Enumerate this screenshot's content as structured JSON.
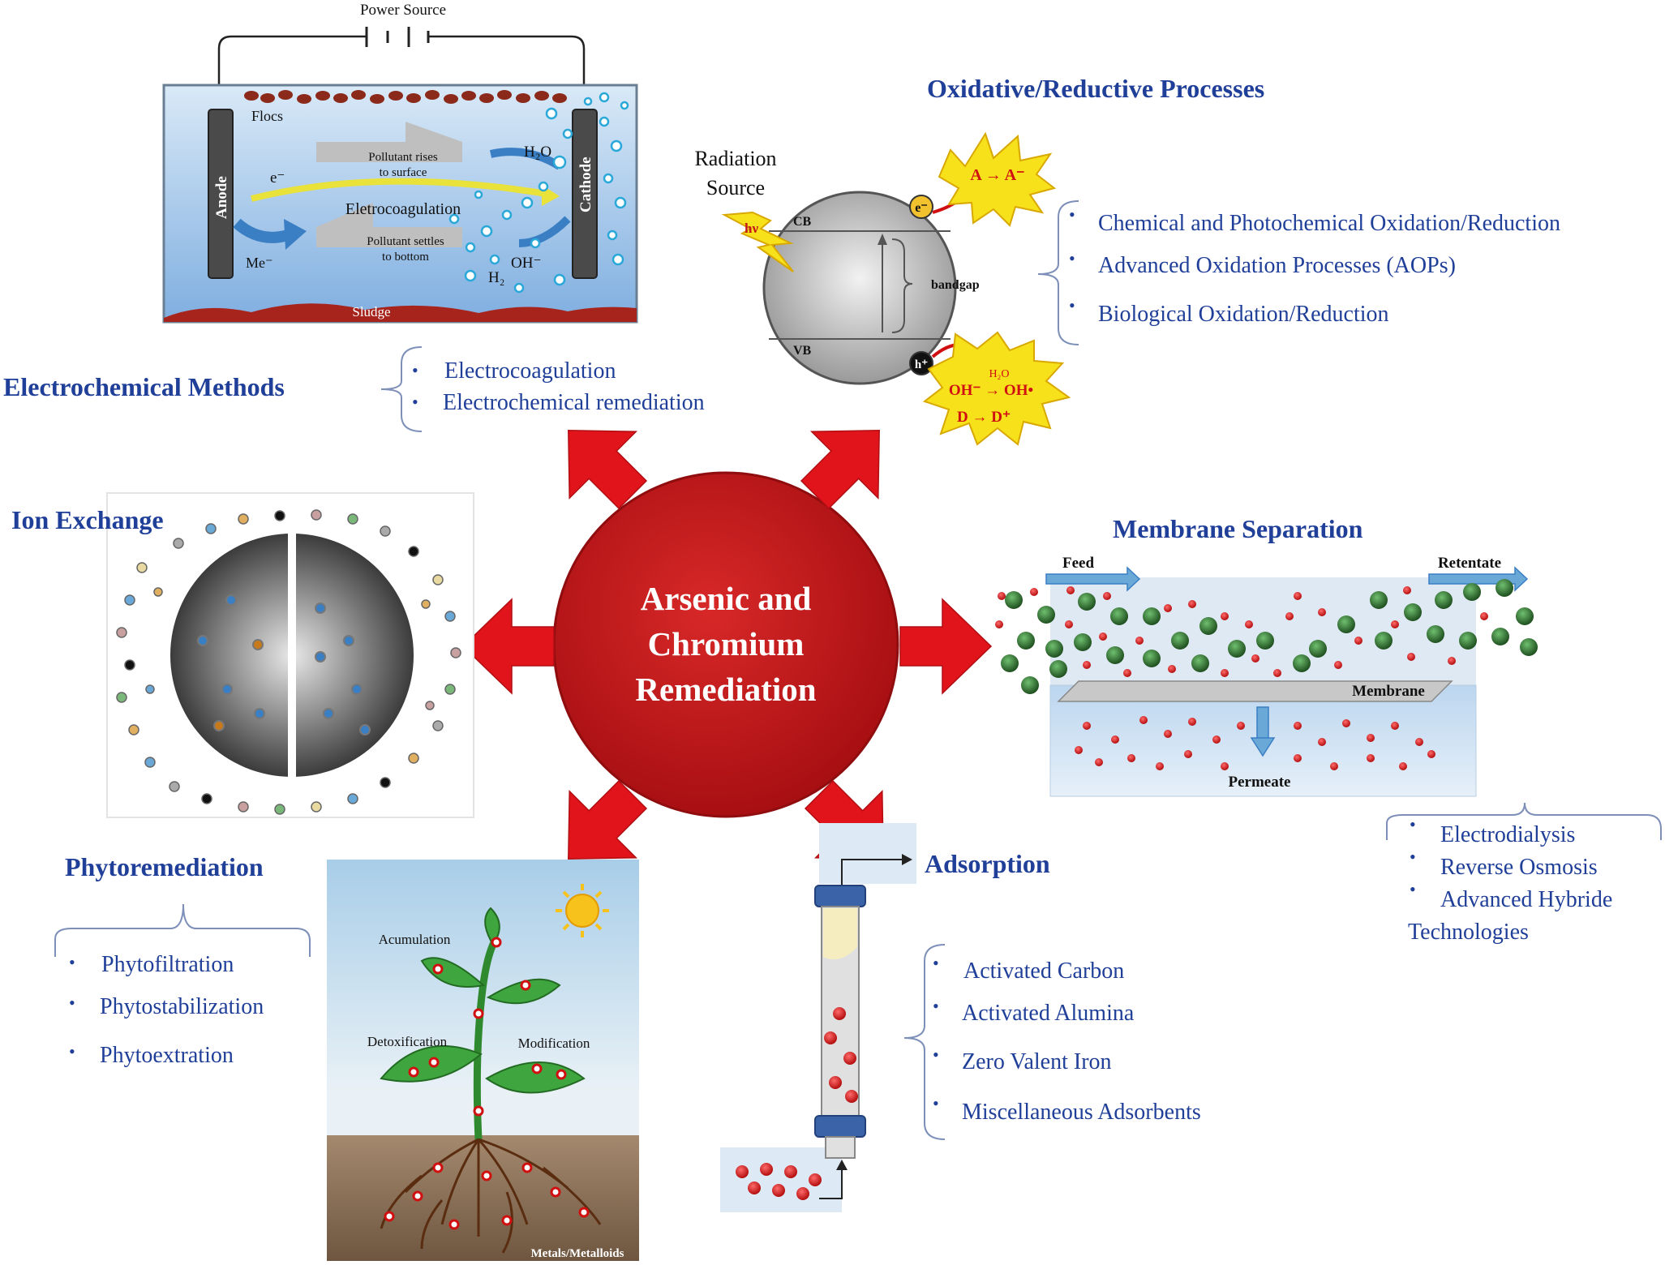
{
  "center": {
    "lines": [
      "Arsenic and",
      "Chromium",
      "Remediation"
    ]
  },
  "electrochemical": {
    "title": "Electrochemical Methods",
    "items": [
      "Electrocoagulation",
      "Electrochemical remediation"
    ],
    "illustration": {
      "power_source": "Power Source",
      "flocs": "Flocs",
      "anode": "Anode",
      "cathode": "Cathode",
      "electron": "e⁻",
      "metal_ion": "Me⁻",
      "water": "H₂O",
      "hydroxide": "OH⁻",
      "hydrogen": "H₂",
      "rises_1": "Pollutant rises",
      "rises_2": "to surface",
      "process": "Eletrocoagulation",
      "settles_1": "Pollutant settles",
      "settles_2": "to bottom",
      "sludge": "Sludge"
    }
  },
  "oxidative": {
    "title": "Oxidative/Reductive Processes",
    "items": [
      "Chemical and Photochemical Oxidation/Reduction",
      "Advanced Oxidation Processes (AOPs)",
      "Biological Oxidation/Reduction"
    ],
    "illustration": {
      "radiation_1": "Radiation",
      "radiation_2": "Source",
      "hv": "hν",
      "cb": "CB",
      "vb": "VB",
      "bandgap": "bandgap",
      "electron": "e⁻",
      "hole": "h⁺",
      "reduction": "A → A⁻",
      "water": "H₂O",
      "oxidation_1": "OH⁻ → OH•",
      "oxidation_2": "D → D⁺"
    }
  },
  "ion_exchange": {
    "title": "Ion Exchange"
  },
  "membrane": {
    "title": "Membrane Separation",
    "items": [
      "Electrodialysis",
      "Reverse Osmosis",
      "Advanced Hybride",
      "Technologies"
    ],
    "illustration": {
      "feed": "Feed",
      "retentate": "Retentate",
      "membrane": "Membrane",
      "permeate": "Permeate"
    }
  },
  "phytoremediation": {
    "title": "Phytoremediation",
    "items": [
      "Phytofiltration",
      "Phytostabilization",
      "Phytoextration"
    ],
    "illustration": {
      "accumulation": "Acumulation",
      "detoxification": "Detoxification",
      "modification": "Modification",
      "metals": "Metals/Metalloids"
    }
  },
  "adsorption": {
    "title": "Adsorption",
    "items": [
      "Activated Carbon",
      "Activated Alumina",
      "Zero Valent Iron",
      "Miscellaneous Adsorbents"
    ]
  },
  "colors": {
    "heading": "#1f3f99",
    "arrow_red": "#e0141a",
    "center_red": "#c41818",
    "green_particle": "#2f6d2f",
    "red_particle": "#dd1a1a"
  }
}
